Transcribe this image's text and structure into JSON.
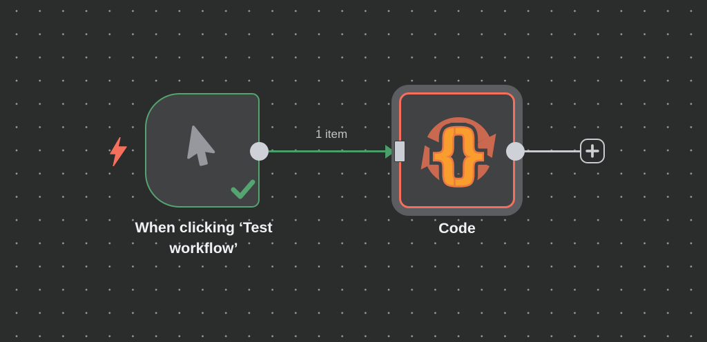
{
  "canvas": {
    "background_color": "#2b2c2c",
    "dot_color": "#9fa0a1"
  },
  "nodes": {
    "trigger": {
      "label_line1": "When clicking ‘Test",
      "label_line2": "workflow’",
      "border_color": "#56a372",
      "icon": "mouse-pointer-icon",
      "status_icon": "success-check-icon",
      "badge_icon": "lightning-bolt-icon",
      "badge_color": "#f4705c"
    },
    "code": {
      "label": "Code",
      "border_color": "#f4705c",
      "selected": true,
      "icon": "code-cycle-braces-icon",
      "icon_arrow_color": "#ca6850",
      "icon_brace_color": "#f99d2e"
    }
  },
  "connection": {
    "label": "1 item",
    "color": "#4b9d6a"
  },
  "add_button": {
    "icon": "plus-icon",
    "color": "#c9cbd0"
  }
}
